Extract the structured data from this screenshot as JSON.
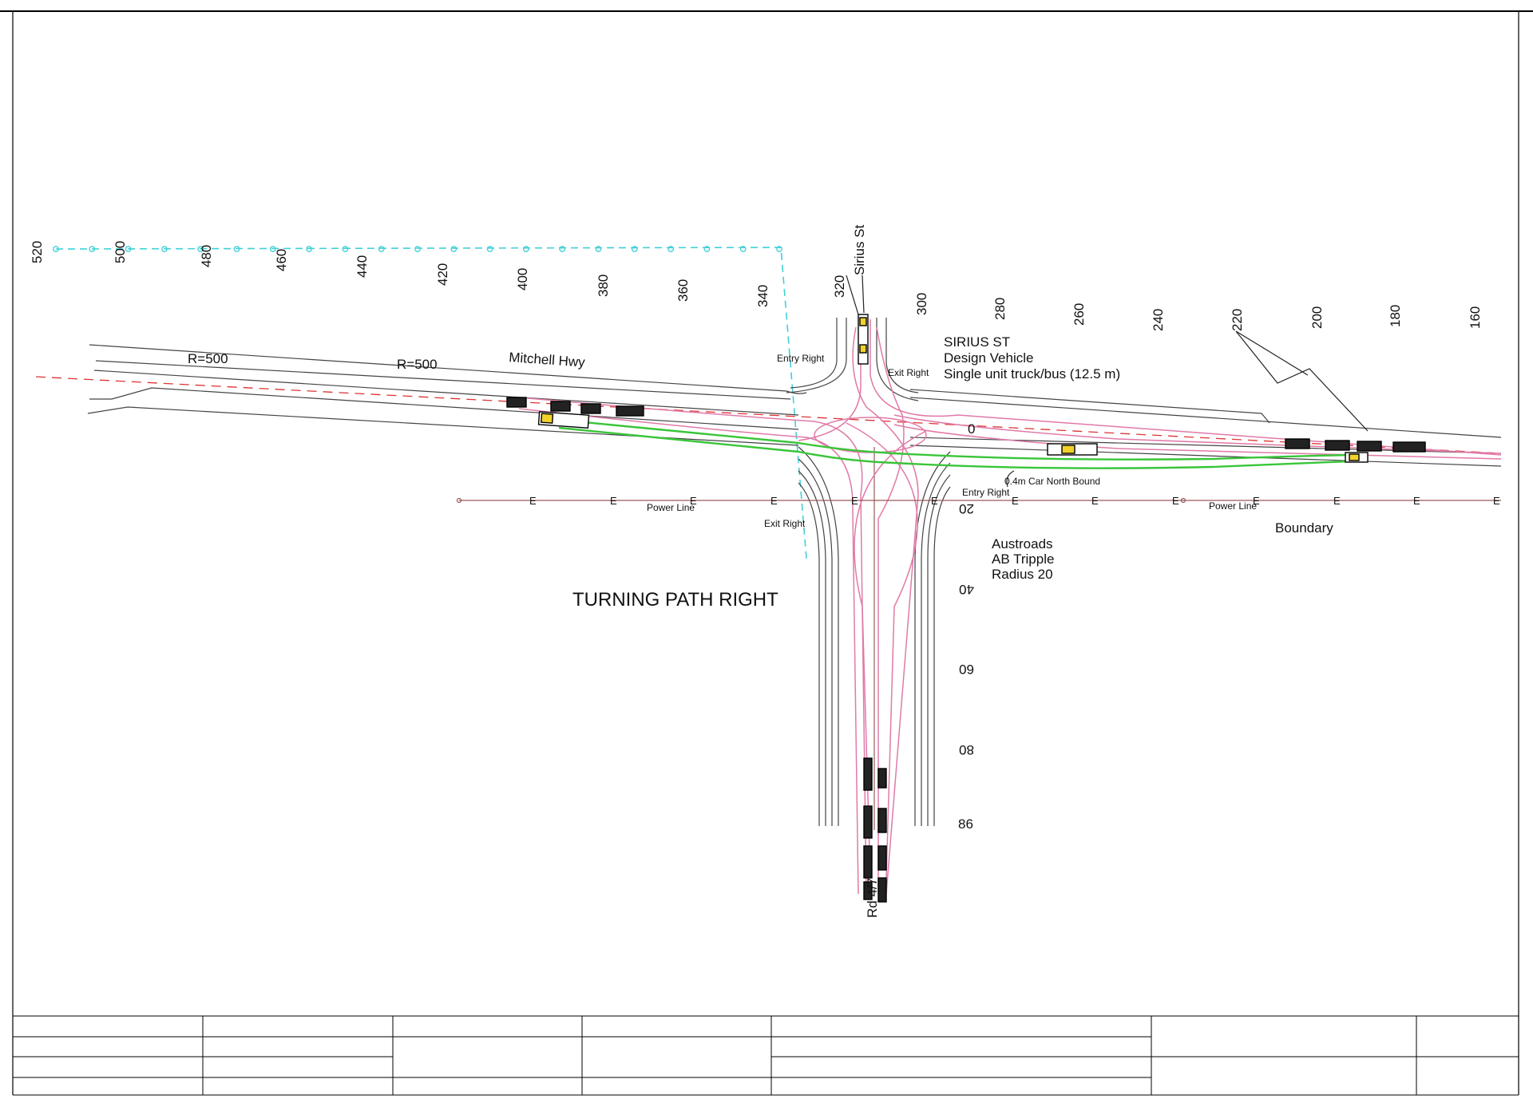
{
  "road_names": {
    "highway": "Mitchell Hwy",
    "side_street": "Sirius St",
    "south_arm": "Rd 4/7"
  },
  "curve_labels": [
    "R=500",
    "R=500"
  ],
  "chainage_top": [
    "520",
    "500",
    "480",
    "460",
    "440",
    "420",
    "400",
    "380",
    "360",
    "340",
    "320",
    "300",
    "280",
    "260",
    "240",
    "220",
    "200",
    "180",
    "160"
  ],
  "chainage_side": [
    "0",
    "20",
    "40",
    "60",
    "80",
    "86"
  ],
  "side_street_note": {
    "title": "SIRIUS ST",
    "line1": "Design Vehicle",
    "line2": "Single unit truck/bus (12.5 m)"
  },
  "approach_labels": {
    "entry_right_north": "Entry Right",
    "exit_right_north": "Exit Right",
    "entry_right_south": "Entry Right",
    "exit_right_south": "Exit Right"
  },
  "car_note": "0.4m Car North Bound",
  "power_line_label": "Power Line",
  "power_line_marker": "E",
  "boundary_label": "Boundary",
  "vehicle_note": {
    "line1": "Austroads",
    "line2": "AB Tripple",
    "line3": "Radius 20"
  },
  "drawing_title": "TURNING PATH RIGHT",
  "colors": {
    "road_edge": "#444444",
    "turning_path": "#e07aa8",
    "green_path": "#39c539",
    "cadastral": "#40d0d8",
    "power_line": "#9a5a5a",
    "centreline": "#dd3333"
  }
}
